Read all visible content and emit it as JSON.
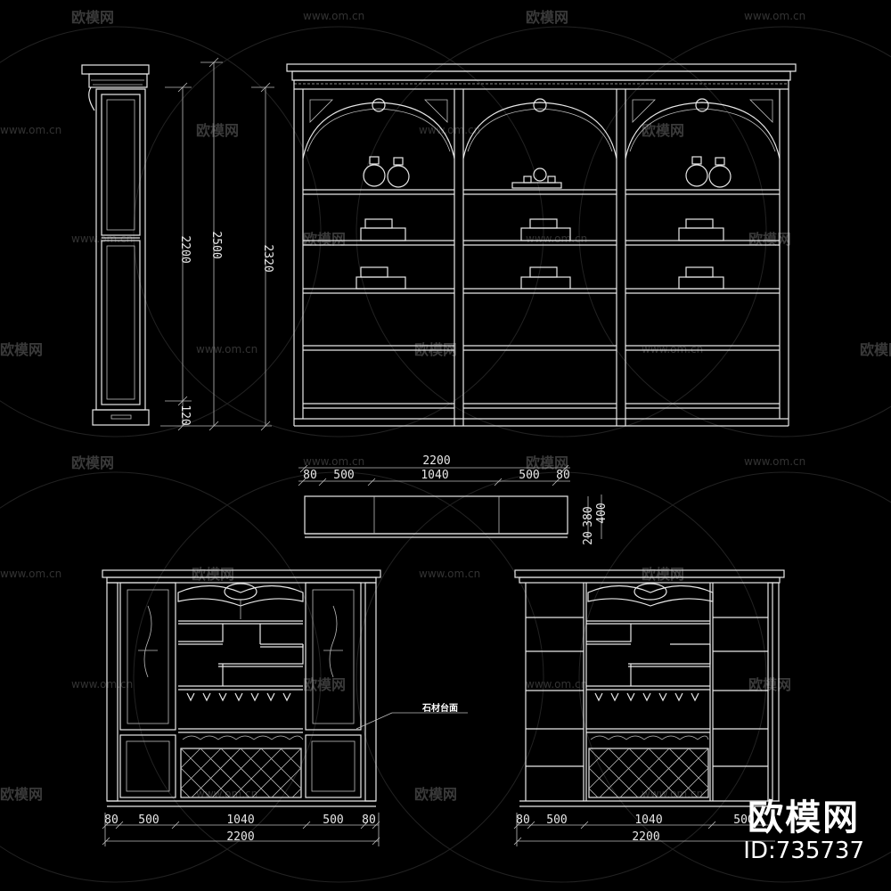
{
  "watermarks": {
    "url": "www.om.cn",
    "brand": "欧模网"
  },
  "brand_badge": {
    "logo": "欧模网",
    "id": "ID:735737"
  },
  "side_view": {
    "dims": [
      "2200",
      "2500",
      "2320",
      "120"
    ]
  },
  "plan_view": {
    "overall": "2200",
    "segments": [
      "80",
      "500",
      "1040",
      "500",
      "80"
    ],
    "depth": [
      "380",
      "400"
    ],
    "edge": "20"
  },
  "front_left": {
    "note": "石材台面",
    "segments": [
      "80",
      "500",
      "1040",
      "500",
      "80"
    ],
    "overall": "2200"
  },
  "front_right": {
    "segments": [
      "80",
      "500",
      "1040",
      "500"
    ],
    "overall": "2200"
  }
}
